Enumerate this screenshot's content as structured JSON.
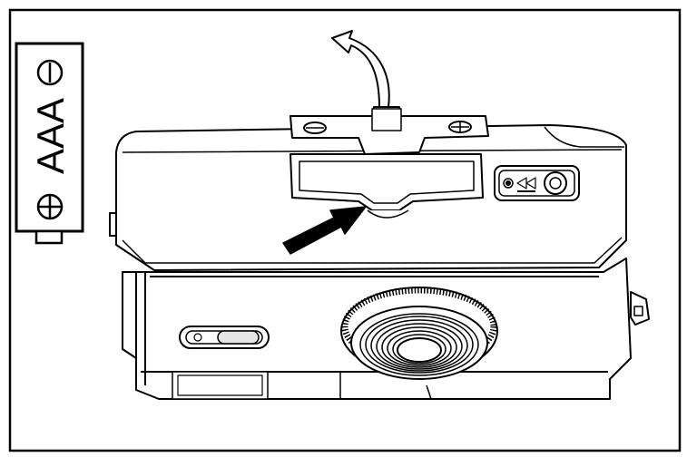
{
  "battery": {
    "type_label": "AAA",
    "minus_symbol": "⊖",
    "plus_symbol": "⊕"
  },
  "colors": {
    "line": "#000000",
    "background": "#ffffff",
    "shade": "#e6e6e6"
  },
  "icons": {
    "lift_arrow": "curved-arrow-up-left",
    "insert_arrow": "arrow-up-right",
    "film_rewind": "rewind-icon"
  }
}
